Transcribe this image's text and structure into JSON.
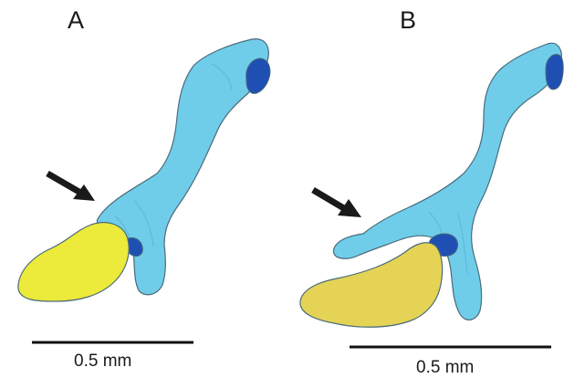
{
  "panels": [
    {
      "letter": "A",
      "scale_label": "0.5 mm"
    },
    {
      "letter": "B",
      "scale_label": "0.5 mm"
    }
  ],
  "colors": {
    "bone_fill": "#6fcdea",
    "bone_shade": "#5bb6d6",
    "outline": "#4a6b7a",
    "cartilage_fill": "#1f4fb3",
    "panel_a_element_fill": "#ecea3a",
    "panel_b_element_fill": "#e5d356",
    "arrow": "#1a1a1a",
    "scale_bar": "#111111"
  }
}
